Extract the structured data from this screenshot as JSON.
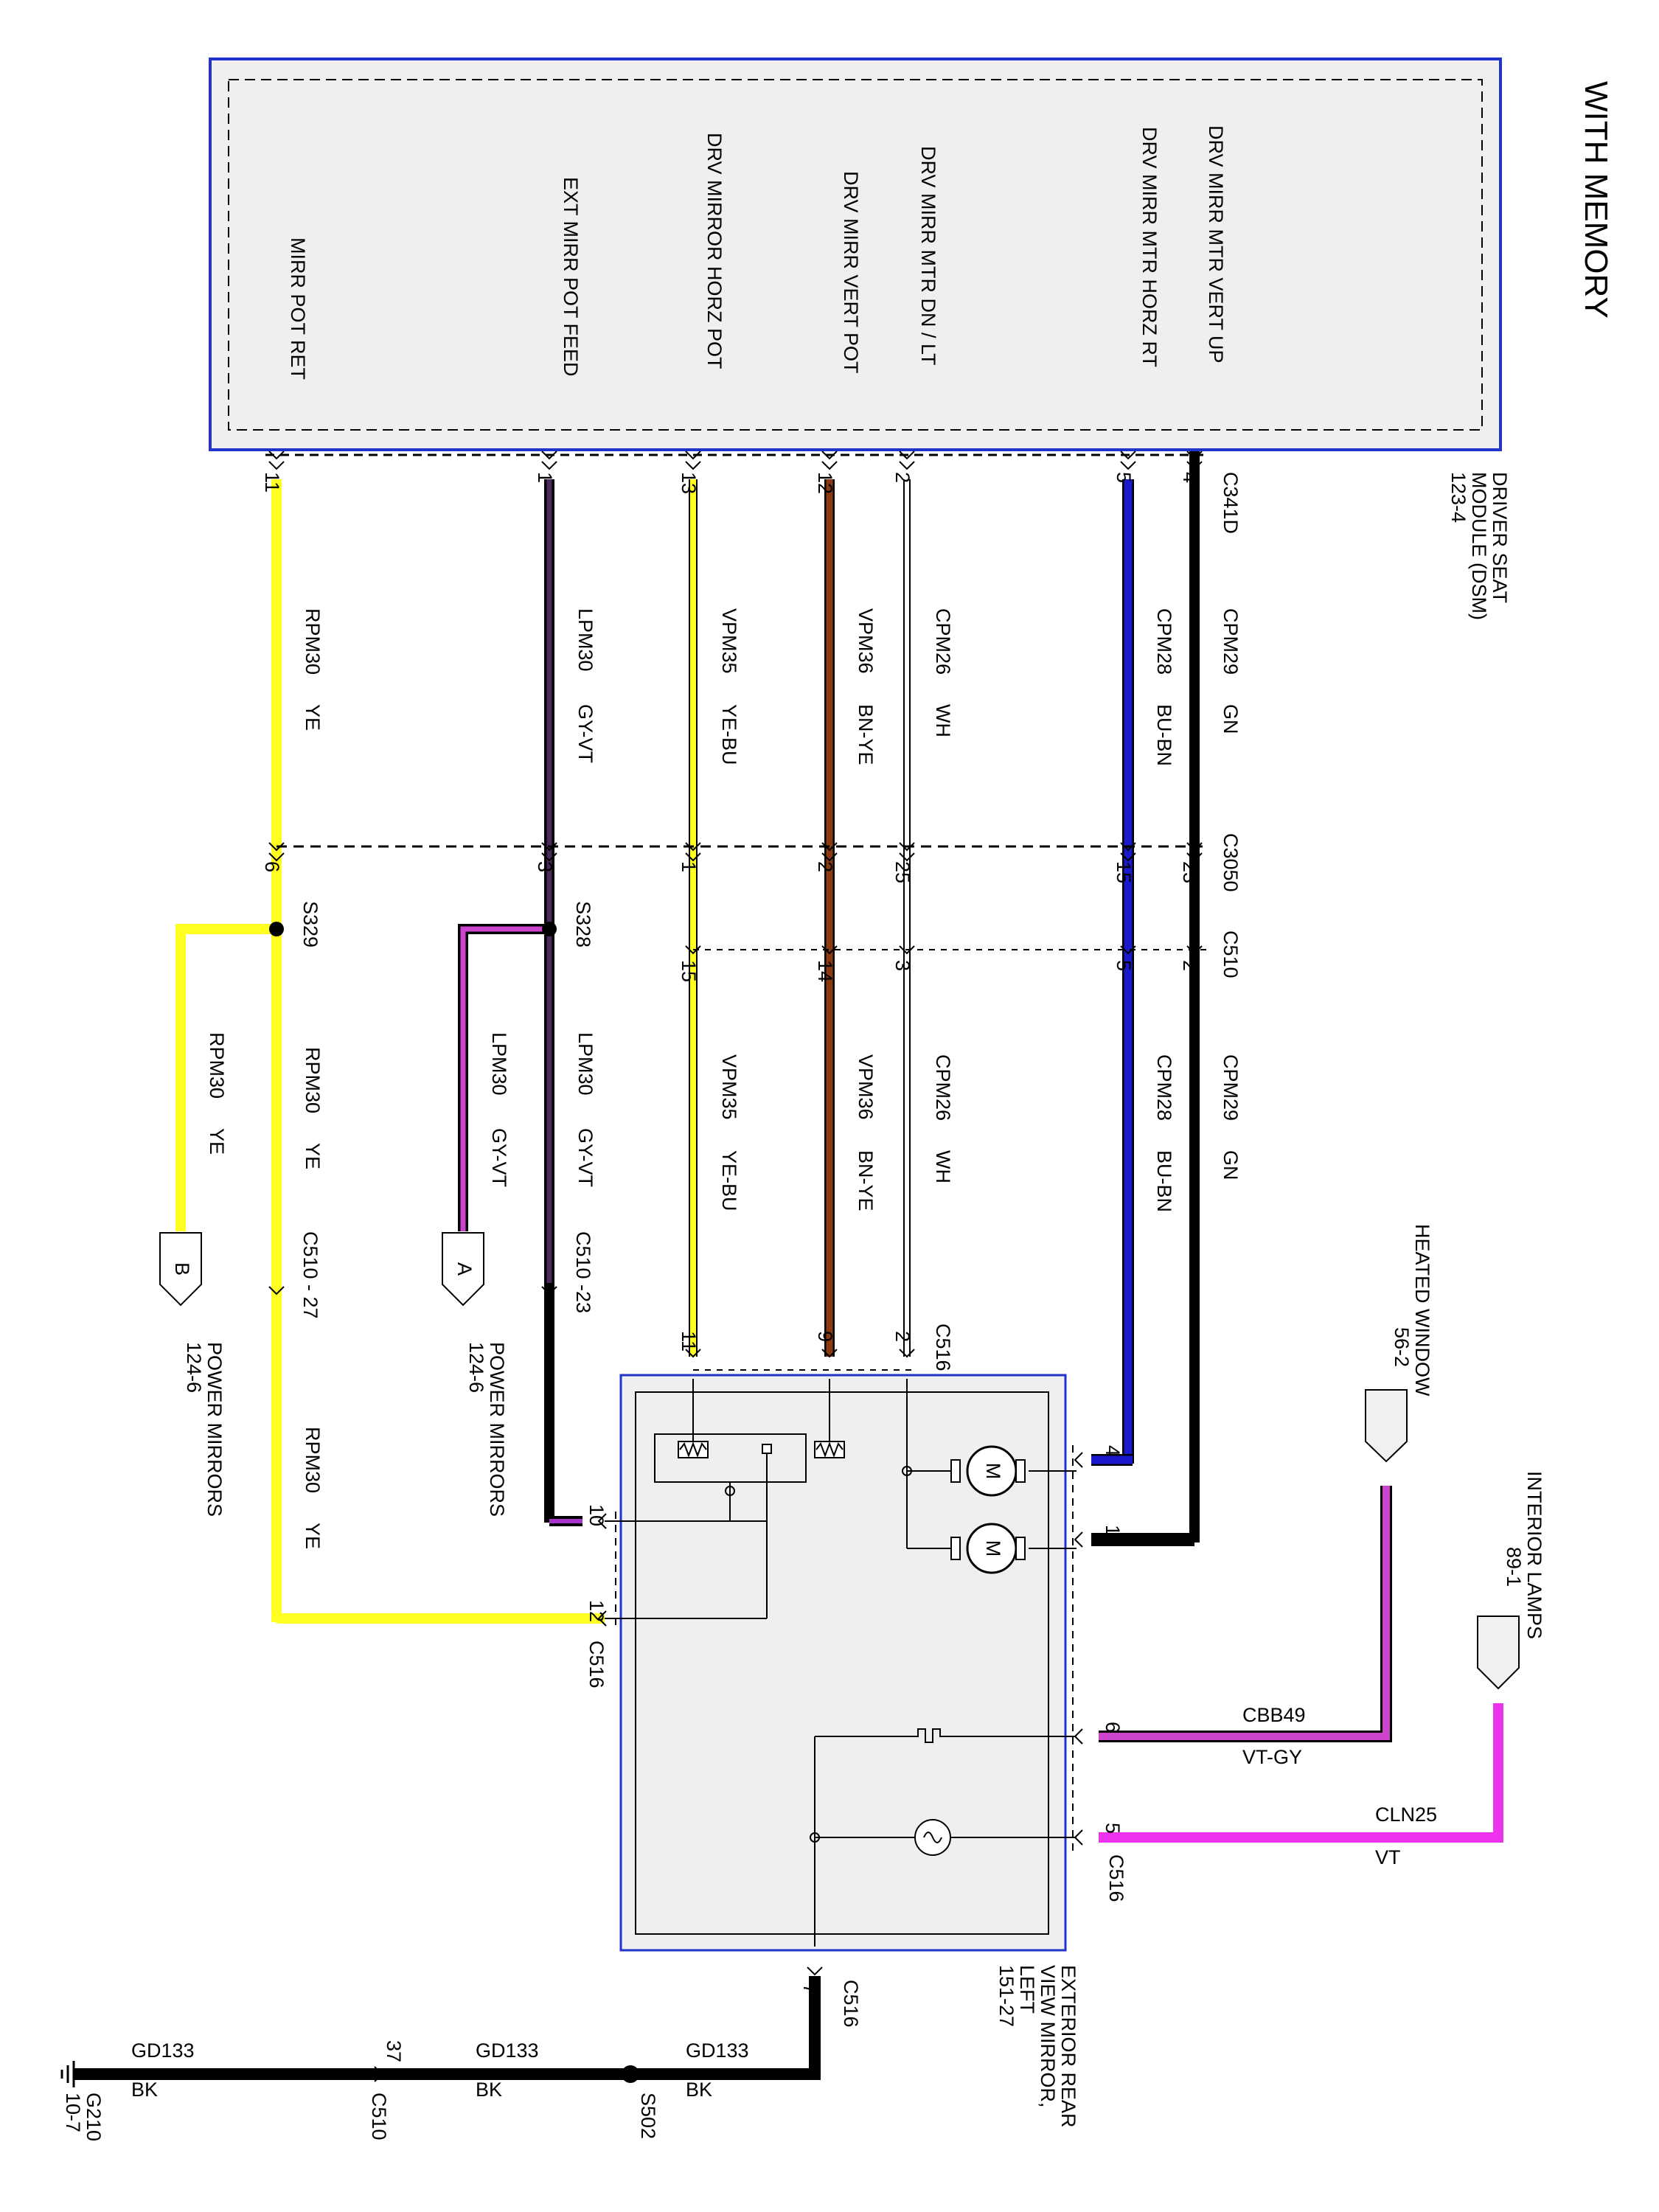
{
  "title": "WITH MEMORY",
  "colors": {
    "BK": "#000000",
    "YE": "#ffff22",
    "VT": "#8a2be2",
    "WH": "#ffffff",
    "GY": "#7a7a7a",
    "BU": "#1a1acc",
    "BN": "#7a3a10",
    "GN": "#000000",
    "VT-GY": "#cc44cc",
    "CLN": "#ee33ee",
    "box_border": "#2233cc",
    "box_fill": "#efefef"
  },
  "dsm": {
    "label": [
      "DRIVER SEAT",
      "MODULE (DSM)",
      "123-4"
    ],
    "connector": "C341D",
    "pins": [
      {
        "pin": "4",
        "name": "DRV MIRR MTR VERT UP"
      },
      {
        "pin": "5",
        "name": "DRV MIRR MTR HORZ RT"
      },
      {
        "pin": "2",
        "name": "DRV MIRR MTR DN / LT"
      },
      {
        "pin": "12",
        "name": "DRV MIRR VERT POT"
      },
      {
        "pin": "13",
        "name": "DRV MIRROR HORZ POT"
      },
      {
        "pin": "1",
        "name": "EXT MIRR POT FEED"
      },
      {
        "pin": "11",
        "name": "MIRR POT RET"
      }
    ]
  },
  "wires": [
    {
      "circuit": "CPM29",
      "color": "GN",
      "c3050": "23",
      "c510": "2",
      "c516": "1"
    },
    {
      "circuit": "CPM28",
      "color": "BU-BN",
      "c3050": "15",
      "c510": "5",
      "c516": "4"
    },
    {
      "circuit": "CPM26",
      "color": "WH",
      "c3050": "25",
      "c510": "3",
      "c516": "2"
    },
    {
      "circuit": "VPM36",
      "color": "BN-YE",
      "c3050": "2",
      "c510": "14",
      "c516": "9"
    },
    {
      "circuit": "VPM35",
      "color": "YE-BU",
      "c3050": "1",
      "c510": "15",
      "c516": "11"
    },
    {
      "circuit": "LPM30",
      "color": "GY-VT",
      "c3050": "3",
      "c510": "",
      "c516": "10"
    },
    {
      "circuit": "RPM30",
      "color": "YE",
      "c3050": "6",
      "c510": "",
      "c516": "12"
    }
  ],
  "connectors": {
    "c3050": "C3050",
    "c510": "C510",
    "c516": "C516"
  },
  "splices": [
    {
      "id": "S328",
      "circuit": "LPM30",
      "color": "GY-VT",
      "c510_label": "C510 -23",
      "ref_tag": "A",
      "ref_label": [
        "POWER MIRRORS",
        "124-6"
      ]
    },
    {
      "id": "S329",
      "circuit": "RPM30",
      "color": "YE",
      "c510_label": "C510 - 27",
      "ref_tag": "B",
      "ref_label": [
        "POWER MIRRORS",
        "124-6"
      ]
    }
  ],
  "mirror": {
    "label": [
      "EXTERIOR REAR",
      "VIEW MIRROR,",
      "LEFT",
      "151-27"
    ],
    "motor_glyph": "M"
  },
  "heated_window": {
    "label": "HEATED WINDOW",
    "ref": "56-2",
    "circuit": "CBB49",
    "color": "VT-GY",
    "pin": "6",
    "connector": "C516"
  },
  "interior_lamps": {
    "label": "INTERIOR LAMPS",
    "ref": "89-1",
    "circuit": "CLN25",
    "color": "VT",
    "pin": "5",
    "connector": "C516"
  },
  "ground": {
    "circuit": "GD133",
    "color": "BK",
    "c516_pin": "7",
    "c516": "C516",
    "splice": "S502",
    "c510_pin": "37",
    "c510": "C510",
    "ground_id": "G210",
    "ground_ref": "10-7"
  }
}
